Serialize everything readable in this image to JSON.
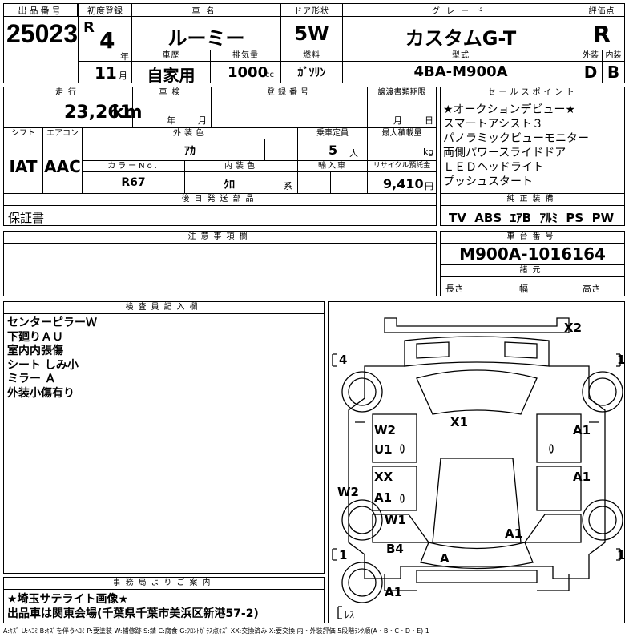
{
  "top": {
    "lot_header": "出品番号",
    "lot": "25023",
    "first_reg_header": "初度登録",
    "era": "R",
    "year": "4",
    "year_unit": "年",
    "month": "11",
    "month_unit": "月",
    "name_header": "車名",
    "name": "ルーミー",
    "door_header": "ドア形状",
    "door": "5W",
    "grade_header": "グレード",
    "grade": "カスタムG-T",
    "score_header": "評価点",
    "score": "R",
    "history_header": "車歴",
    "history": "自家用",
    "disp_header": "排気量",
    "disp": "1000",
    "disp_unit": "cc",
    "fuel_header": "燃料",
    "fuel": "ｶﾞｿﾘﾝ",
    "model_header": "型式",
    "model": "4BA-M900A",
    "ext_header": "外装",
    "ext": "D",
    "int_header": "内装",
    "int": "B"
  },
  "mid": {
    "mileage_header": "走行",
    "mileage": "23,261",
    "mileage_unit": "km",
    "inspect_header": "車検",
    "inspect_y": "年",
    "inspect_m": "月",
    "reg_header": "登録番号",
    "transfer_header": "譲渡書類期限",
    "transfer_m": "月",
    "transfer_d": "日",
    "shift_header": "シフト",
    "shift": "IAT",
    "ac_header": "エアコン",
    "ac": "AAC",
    "color_header": "外装色",
    "color": "ｱｶ",
    "cap_header": "乗車定員",
    "cap": "5",
    "cap_unit": "人",
    "load_header": "最大積載量",
    "load_unit": "kg",
    "colorno_header": "カラーNo.",
    "colorno": "R67",
    "intcolor_header": "内装色",
    "intcolor": "ｸﾛ",
    "intcolor_unit": "系",
    "import_header": "輸入車",
    "recycle_header": "リサイクル預託金",
    "recycle": "9,410",
    "recycle_unit": "円",
    "later_header": "後日発送部品",
    "later": "保証書"
  },
  "sales": {
    "header": "セールスポイント",
    "items": [
      "★オークションデビュー★",
      "スマートアシスト３",
      "パノラミックビューモニター",
      "両側パワースライドドア",
      "ＬＥＤヘッドライト",
      "プッシュスタート"
    ],
    "equip_header": "純正装備",
    "equip": "TV  ABS  ｴｱB  ｱﾙﾐ  PS  PW"
  },
  "notes": {
    "header": "注意事項欄"
  },
  "frame": {
    "header": "車台番号",
    "number": "M900A-1016164",
    "spec_header": "諸元",
    "length": "長さ",
    "width": "幅",
    "height": "高さ"
  },
  "inspector": {
    "header": "検査員記入欄",
    "lines": [
      "センターピラーＷ",
      "下廻りＡＵ",
      "室内内張傷",
      "シート しみ小",
      "ミラー Ａ",
      "外装小傷有り"
    ]
  },
  "office": {
    "header": "事務局よりご案内",
    "lines": [
      "★埼玉サテライト画像★",
      "出品車は関東会場(千葉県千葉市美浜区新港57-2)"
    ]
  },
  "diagram": {
    "x2": "X2",
    "x1": "X1",
    "w2a": "W2",
    "u1": "U1",
    "a1a": "A1",
    "a1b": "A1",
    "xx": "XX",
    "a1c": "A1",
    "w2b": "W2",
    "w1": "W1",
    "a1d": "A1",
    "b4": "B4",
    "a": "A",
    "a1e": "A1",
    "b4l": "4",
    "b4r": "1",
    "b1l": "1",
    "b1r": "1",
    "less": "ﾚｽ"
  },
  "legend": "A:ｷｽﾞ U:ﾍｺﾐ B:ｷｽﾞを伴うﾍｺﾐ P:要塗装 W:補修跡 S:錆 C:腐食 G:ﾌﾛﾝﾄｶﾞﾗｽ点ｷｽﾞ XX:交換済み X:要交換  内・外装評価 5段階ﾗﾝｸ順(A・B・C・D・E) 1"
}
